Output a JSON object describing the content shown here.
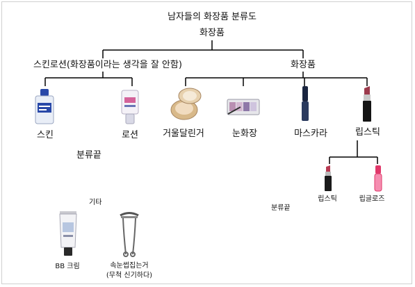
{
  "title": "남자들의 화장품 분류도",
  "root": "화장품",
  "branches": {
    "skincare": "스킨로션(화장품이라는 생각을 잘 안함)",
    "cosmetics": "화장품"
  },
  "items": {
    "skin": "스킨",
    "lotion": "로션",
    "compact": "거울달린거",
    "eyeshadow": "눈화장",
    "mascara": "마스카라",
    "lipstick": "립스틱",
    "lipstick_sub": "립스틱",
    "lipgloss": "립글로즈"
  },
  "notes": {
    "end_left": "분류끝",
    "end_right": "분류끝",
    "misc": "기타",
    "bb": "BB 크림",
    "curler_line1": "속눈썹집는거",
    "curler_line2": "(무척 신기하다)"
  },
  "colors": {
    "line": "#000000",
    "lip_pink": "#e0386a",
    "bottle_blue": "#2848a8"
  }
}
